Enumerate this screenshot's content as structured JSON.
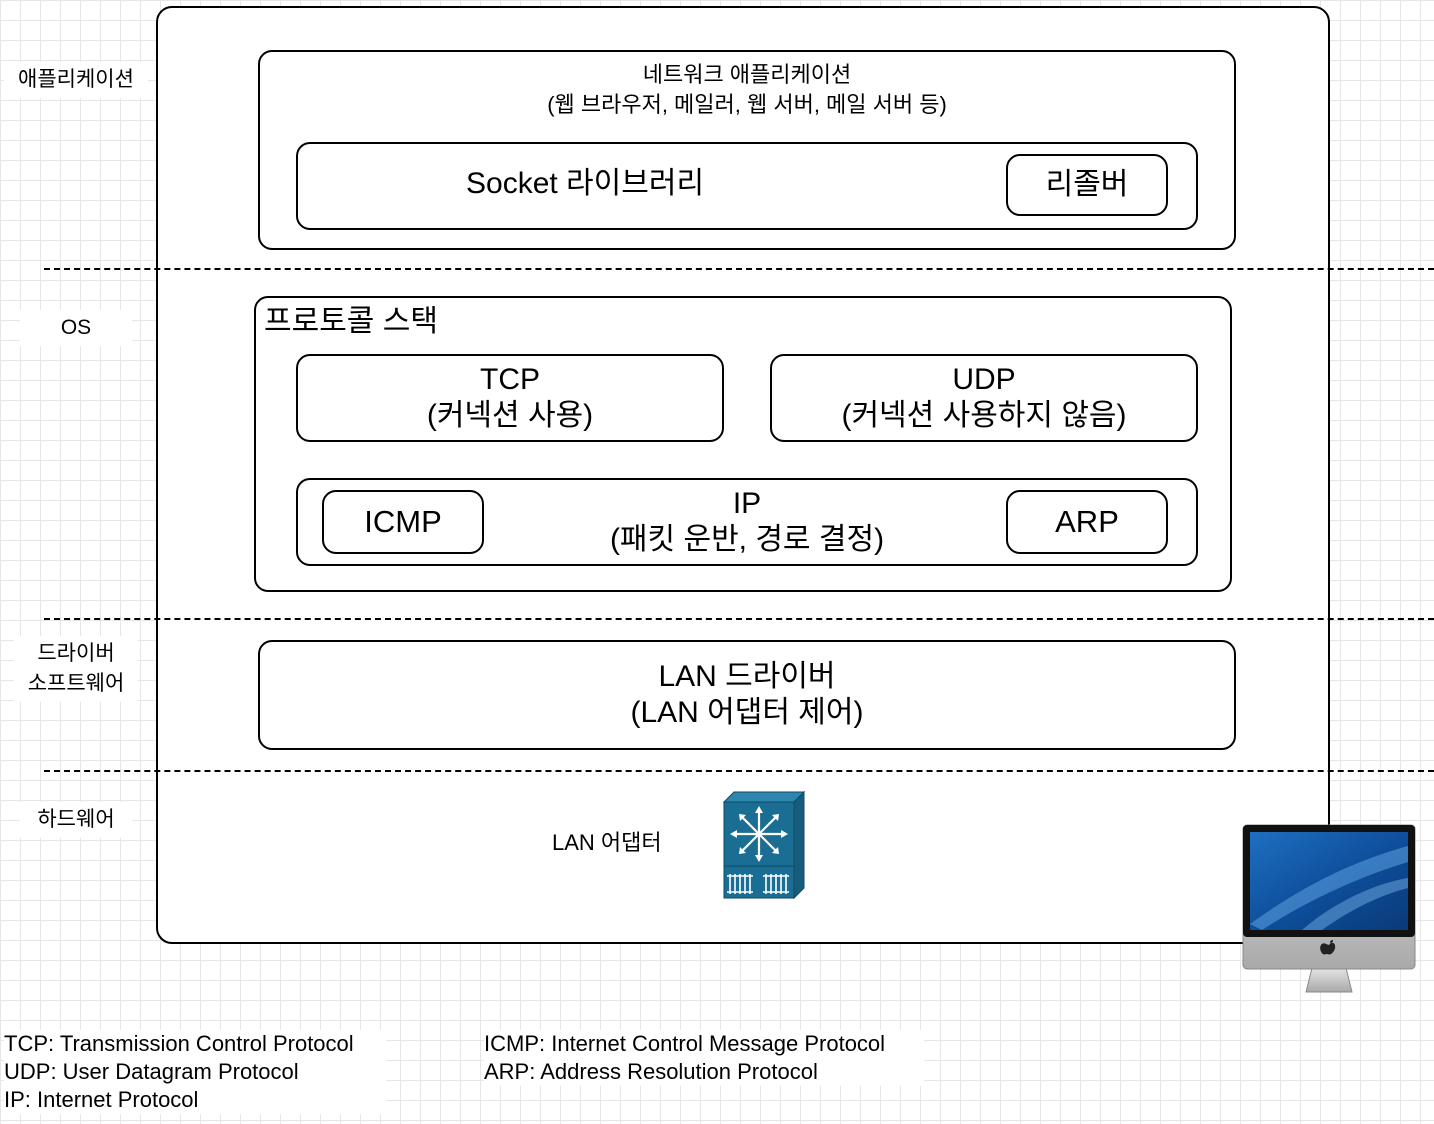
{
  "layers": {
    "application": "애플리케이션",
    "os": "OS",
    "driver_line1": "드라이버",
    "driver_line2": "소프트웨어",
    "hardware": "하드웨어"
  },
  "network_app": {
    "title": "네트워크 애플리케이션",
    "examples": "(웹 브라우저, 메일러, 웹 서버, 메일 서버 등)"
  },
  "socket": {
    "label": "Socket 라이브러리",
    "resolver": "리졸버"
  },
  "protocol_stack": {
    "title": "프로토콜 스택",
    "tcp": {
      "name": "TCP",
      "desc": "(커넥션 사용)"
    },
    "udp": {
      "name": "UDP",
      "desc": "(커넥션 사용하지 않음)"
    },
    "ip": {
      "name": "IP",
      "desc": "(패킷 운반, 경로 결정)"
    },
    "icmp": "ICMP",
    "arp": "ARP"
  },
  "lan_driver": {
    "title": "LAN 드라이버",
    "desc": "(LAN 어댑터 제어)"
  },
  "lan_adapter": {
    "label": "LAN 어댑터",
    "icon": "network-switch-icon",
    "icon_color": "#1b6e93"
  },
  "computer_icon": "imac-computer-icon",
  "legend": {
    "left": [
      "TCP: Transmission Control Protocol",
      "UDP: User Datagram Protocol",
      "IP: Internet Protocol"
    ],
    "right": [
      "ICMP: Internet Control Message Protocol",
      "ARP: Address Resolution Protocol"
    ]
  }
}
